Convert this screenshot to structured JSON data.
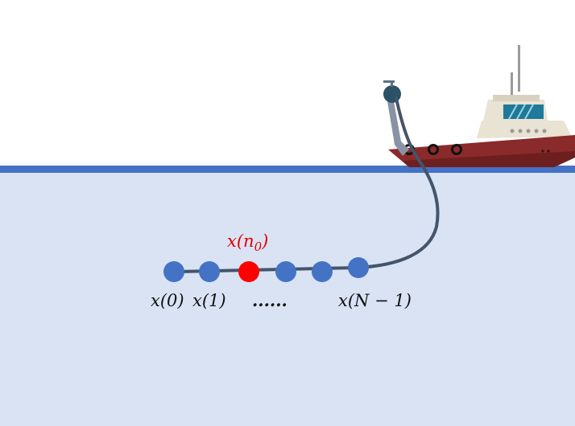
{
  "labels": {
    "first": "x(0)",
    "second": "x(1)",
    "target_base": "x(n",
    "target_sub": "0",
    "target_close": ")",
    "ellipsis": "......",
    "last": "x(N − 1)"
  },
  "colors": {
    "sea": "#d9e3f4",
    "sea_line": "#4472c4",
    "node": "#4472c4",
    "target_node": "#ff0000",
    "target_label": "#e00000",
    "cable": "#44546a",
    "hull": "#8b2a2a",
    "cabin": "#e9e3d3",
    "window": "#1f7a99"
  },
  "icons": [
    "ship-icon",
    "winch-icon",
    "sensor-node-icon"
  ]
}
